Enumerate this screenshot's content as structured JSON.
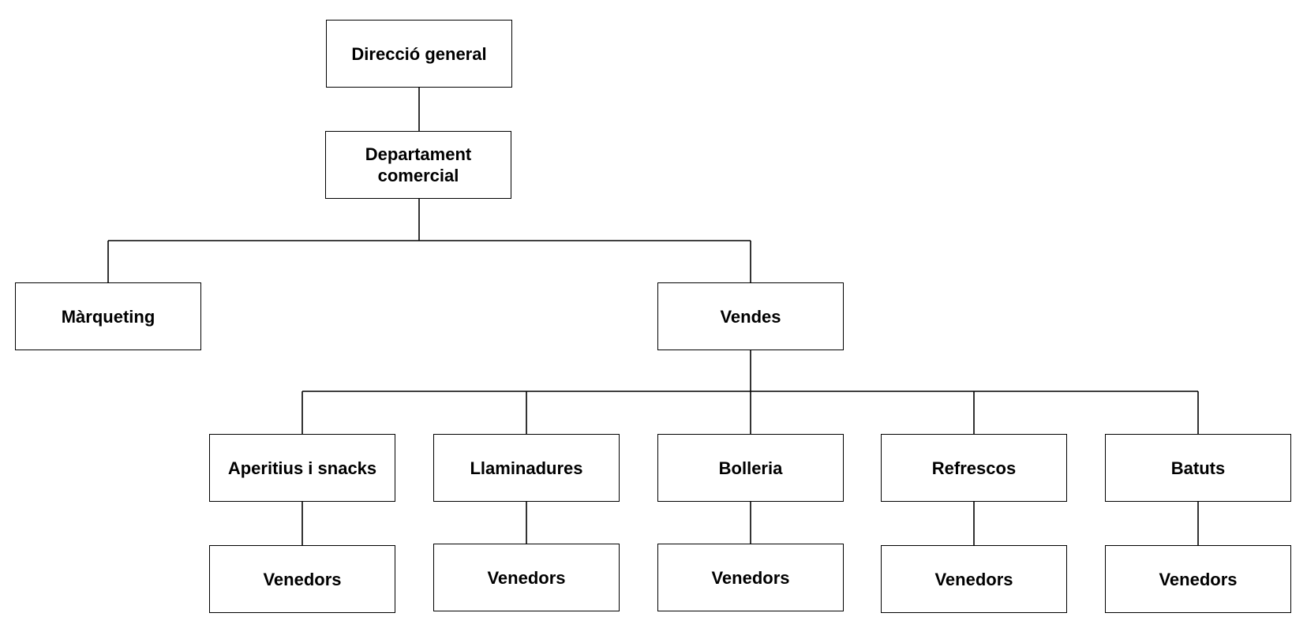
{
  "diagram": {
    "type": "org-chart",
    "colors": {
      "line": "#000000",
      "box_border": "#000000",
      "box_fill": "#ffffff",
      "text": "#000000"
    },
    "nodes": {
      "direccio_general": "Direcció general",
      "departament_comercial": "Departament\ncomercial",
      "marqueting": "Màrqueting",
      "vendes": "Vendes",
      "aperitius_snacks": "Aperitius i snacks",
      "llaminadures": "Llaminadures",
      "bolleria": "Bolleria",
      "refrescos": "Refrescos",
      "batuts": "Batuts",
      "venedors_1": "Venedors",
      "venedors_2": "Venedors",
      "venedors_3": "Venedors",
      "venedors_4": "Venedors",
      "venedors_5": "Venedors"
    },
    "edges": [
      [
        "direccio_general",
        "departament_comercial"
      ],
      [
        "departament_comercial",
        "marqueting"
      ],
      [
        "departament_comercial",
        "vendes"
      ],
      [
        "vendes",
        "aperitius_snacks"
      ],
      [
        "vendes",
        "llaminadures"
      ],
      [
        "vendes",
        "bolleria"
      ],
      [
        "vendes",
        "refrescos"
      ],
      [
        "vendes",
        "batuts"
      ],
      [
        "aperitius_snacks",
        "venedors_1"
      ],
      [
        "llaminadures",
        "venedors_2"
      ],
      [
        "bolleria",
        "venedors_3"
      ],
      [
        "refrescos",
        "venedors_4"
      ],
      [
        "batuts",
        "venedors_5"
      ]
    ]
  }
}
